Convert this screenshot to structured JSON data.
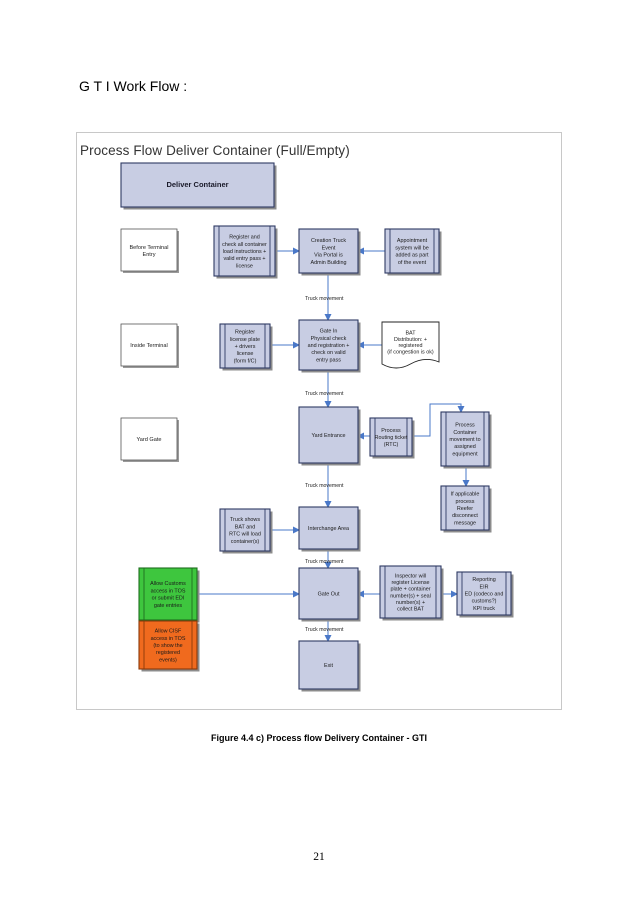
{
  "page": {
    "heading": "G T I Work Flow :",
    "figure_caption": "Figure 4.4 c) Process flow Delivery Container - GTI",
    "page_number": "21"
  },
  "diagram": {
    "title": "Process Flow Deliver Container (Full/Empty)",
    "colors": {
      "node_fill": "#c8cde3",
      "node_stroke": "#2e3a63",
      "green": "#3ec63e",
      "orange": "#f06a1e",
      "arrow": "#4a78c8"
    },
    "stages": [
      {
        "id": "before-terminal",
        "label": "Before Terminal Entry"
      },
      {
        "id": "inside-terminal",
        "label": "Inside Terminal"
      },
      {
        "id": "yard-gate",
        "label": "Yard Gate"
      }
    ],
    "nodes": [
      {
        "id": "deliver-container",
        "kind": "title",
        "lines": [
          "Deliver Container"
        ]
      },
      {
        "id": "register-check",
        "kind": "subprocess",
        "lines": [
          "Register and",
          "check all container",
          "load instructions +",
          "valid entry pass +",
          "license"
        ]
      },
      {
        "id": "creation-truck-event",
        "kind": "process",
        "lines": [
          "Creation Truck",
          "Event",
          "Via Portal is",
          "Admin Building"
        ]
      },
      {
        "id": "appointment-system",
        "kind": "subprocess",
        "lines": [
          "Appointment",
          "system will be",
          "added as part",
          "of the event"
        ]
      },
      {
        "id": "register-license",
        "kind": "subprocess",
        "lines": [
          "Register",
          "license plate",
          "+ drivers",
          "license",
          "(form f/C)"
        ]
      },
      {
        "id": "gate-in",
        "kind": "process",
        "lines": [
          "Gate In",
          "Physical check",
          "and registration +",
          "check on valid",
          "entry pass"
        ]
      },
      {
        "id": "bat-distribution",
        "kind": "document",
        "lines": [
          "BAT",
          "Distribution: +",
          "registered",
          "(if congestion is ok)"
        ]
      },
      {
        "id": "yard-entrance",
        "kind": "process",
        "lines": [
          "Yard Entrance"
        ]
      },
      {
        "id": "process-routing-ticket",
        "kind": "subprocess",
        "lines": [
          "Process",
          "Routing ticket",
          "(RTC)"
        ]
      },
      {
        "id": "process-container-movement",
        "kind": "subprocess",
        "lines": [
          "Process",
          "Container",
          "movement to",
          "assigned",
          "equipment"
        ]
      },
      {
        "id": "reefer-disconnect",
        "kind": "subprocess",
        "lines": [
          "If applicable",
          "process",
          "Reefer",
          "disconnect",
          "message"
        ]
      },
      {
        "id": "truck-shows-bat",
        "kind": "subprocess",
        "lines": [
          "Truck shows",
          "BAT and",
          "RTC will load",
          "container(s)"
        ]
      },
      {
        "id": "interchange-area",
        "kind": "process",
        "lines": [
          "Interchange Area"
        ]
      },
      {
        "id": "gate-out",
        "kind": "process",
        "lines": [
          "Gate Out"
        ]
      },
      {
        "id": "inspector",
        "kind": "subprocess",
        "lines": [
          "Inspector will",
          "register License",
          "plate + container",
          "number(s) + seal",
          "number(s) +",
          "collect BAT"
        ]
      },
      {
        "id": "reporting-eir",
        "kind": "subprocess",
        "lines": [
          "Reporting",
          "EIR",
          "ED (codeco and",
          "customs?)",
          "KPI truck"
        ]
      },
      {
        "id": "allow-customs",
        "kind": "green",
        "lines": [
          "Allow Customs",
          "access in TOS",
          "or submit EDI",
          "gate entries"
        ]
      },
      {
        "id": "allow-cisf",
        "kind": "orange",
        "lines": [
          "Allow CISF",
          "access in TOS",
          "(to show the",
          "registered",
          "events)"
        ]
      },
      {
        "id": "exit",
        "kind": "process",
        "lines": [
          "Exit"
        ]
      }
    ],
    "movement_label": "Truck movement"
  }
}
